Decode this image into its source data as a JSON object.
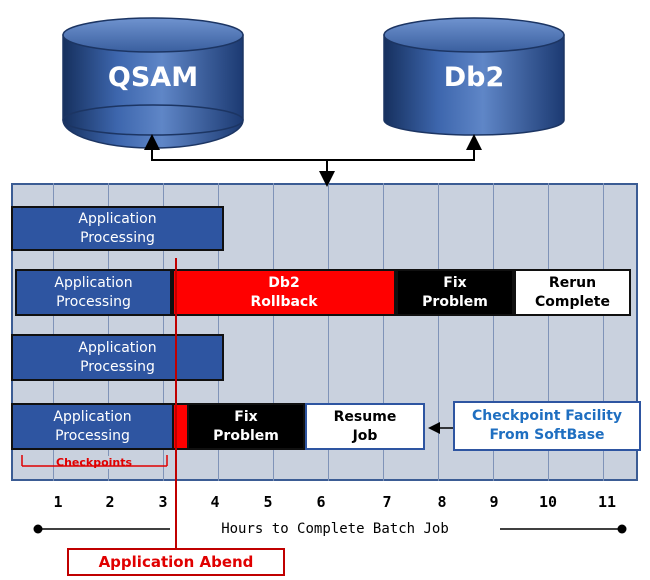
{
  "databases": [
    {
      "label": "QSAM"
    },
    {
      "label": "Db2"
    }
  ],
  "rows": [
    {
      "boxes": [
        {
          "text": "Application\nProcessing",
          "style": "blue"
        }
      ]
    },
    {
      "boxes": [
        {
          "text": "Application\nProcessing",
          "style": "blue"
        },
        {
          "text": "Db2\nRollback",
          "style": "red"
        },
        {
          "text": "Fix\nProblem",
          "style": "black"
        },
        {
          "text": "Rerun\nComplete",
          "style": "white"
        }
      ]
    },
    {
      "boxes": [
        {
          "text": "Application\nProcessing",
          "style": "blue"
        }
      ]
    },
    {
      "boxes": [
        {
          "text": "Application\nProcessing",
          "style": "blue"
        },
        {
          "text": "Fix\nProblem",
          "style": "black"
        },
        {
          "text": "Resume\nJob",
          "style": "white"
        }
      ]
    }
  ],
  "checkpoint_facility": "Checkpoint Facility\nFrom SoftBase",
  "checkpoints_label": "Checkpoints",
  "axis": {
    "ticks": [
      "1",
      "2",
      "3",
      "4",
      "5",
      "6",
      "7",
      "8",
      "9",
      "10",
      "11"
    ],
    "label": "Hours to Complete Batch Job"
  },
  "abend_label": "Application Abend",
  "colors": {
    "process_blue": "#2e55a1",
    "rollback_red": "#ff0000",
    "fix_black": "#000000",
    "abend_red": "#e00000",
    "facility_text": "#1f6fc1"
  }
}
